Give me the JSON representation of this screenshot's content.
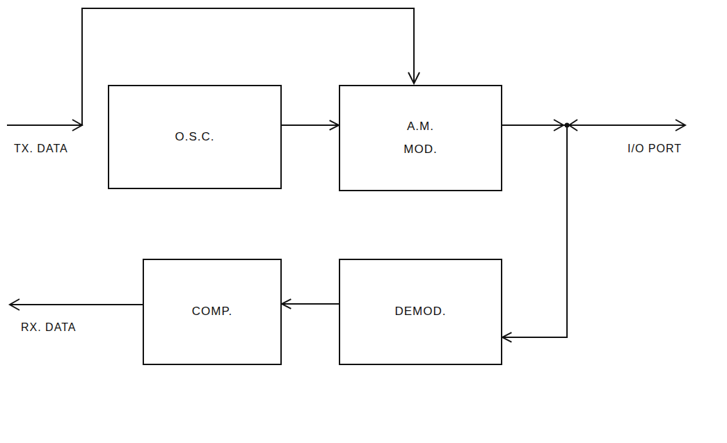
{
  "diagram": {
    "nodes": [
      {
        "text": [
          "O.S.C."
        ]
      },
      {
        "text": [
          "A.M. MOD."
        ]
      },
      {
        "text": [
          "COMP."
        ]
      },
      {
        "text": [
          "DEMOD."
        ]
      }
    ],
    "edges": [
      {
        "from": 0,
        "to": 1,
        "arrow": "to"
      },
      {
        "from": 1,
        "to": 3,
        "arrow": "to"
      },
      {
        "from": 3,
        "to": 2,
        "arrow": "to"
      }
    ],
    "labels": [
      "TX. DATA",
      "I/O PORT",
      "RX. DATA"
    ]
  }
}
